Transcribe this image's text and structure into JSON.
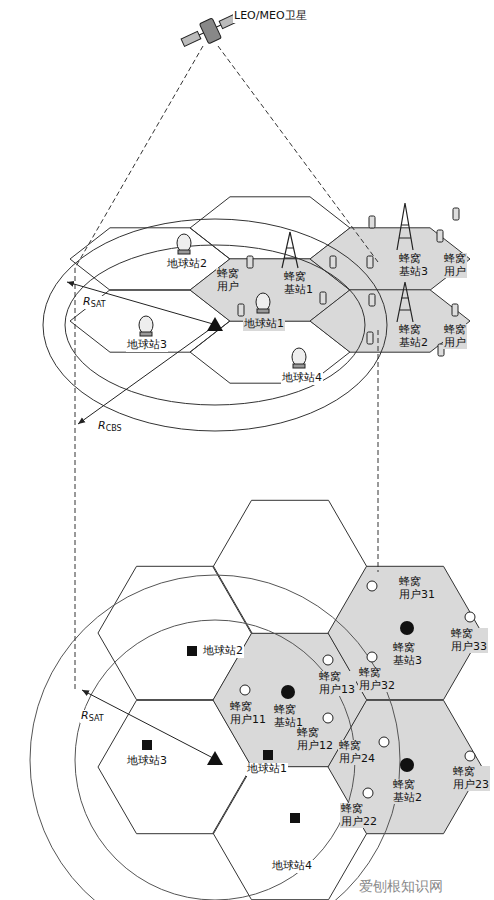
{
  "diagram": {
    "labels": [
      "LEO/MEO卫星",
      "地球站2",
      "蜂窝用户",
      "蜂窝基站1",
      "蜂窝基站3",
      "蜂窝用户",
      "RSAT",
      "地球站1",
      "蜂窝基站2",
      "蜂窝用户",
      "地球站3",
      "地球站4",
      "RCBS",
      "蜂窝用户31",
      "地球站2",
      "蜂窝基站3",
      "蜂窝用户33",
      "蜂窝用户13",
      "蜂窝用户32",
      "蜂窝用户11",
      "蜂窝基站1",
      "RSAT",
      "蜂窝用户12",
      "地球站1",
      "蜂窝用户24",
      "地球站3",
      "蜂窝基站2",
      "蜂窝用户23",
      "蜂窝用户22",
      "地球站4",
      "爱刨根知识网"
    ]
  }
}
